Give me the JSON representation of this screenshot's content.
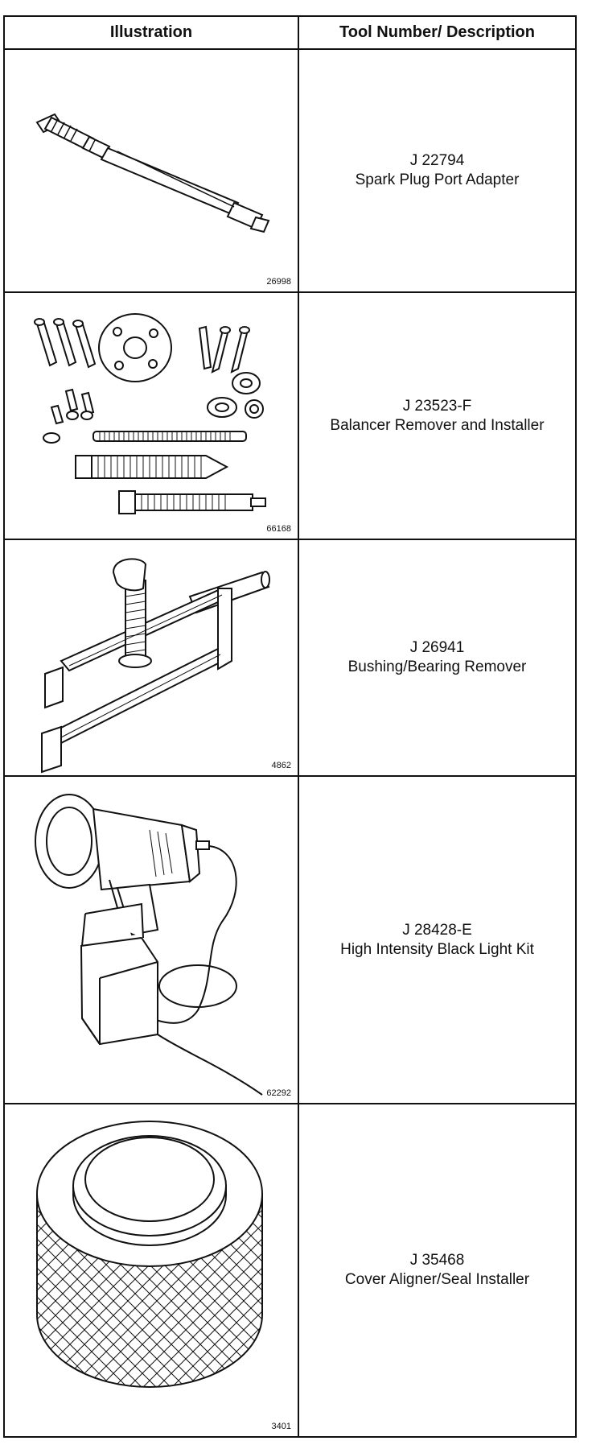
{
  "header": {
    "illustration": "Illustration",
    "description": "Tool Number/ Description"
  },
  "tools": [
    {
      "number": "J 22794",
      "description": "Spark Plug Port Adapter",
      "figure": "26998",
      "icon": "spark-plug-port-adapter-illustration"
    },
    {
      "number": "J 23523-F",
      "description": "Balancer Remover and Installer",
      "figure": "66168",
      "icon": "balancer-remover-installer-illustration"
    },
    {
      "number": "J 26941",
      "description": "Bushing/Bearing Remover",
      "figure": "4862",
      "icon": "bushing-bearing-remover-illustration"
    },
    {
      "number": "J 28428-E",
      "description": "High Intensity Black Light Kit",
      "figure": "62292",
      "icon": "black-light-kit-illustration"
    },
    {
      "number": "J 35468",
      "description": "Cover Aligner/Seal Installer",
      "figure": "3401",
      "icon": "cover-aligner-seal-installer-illustration"
    }
  ]
}
